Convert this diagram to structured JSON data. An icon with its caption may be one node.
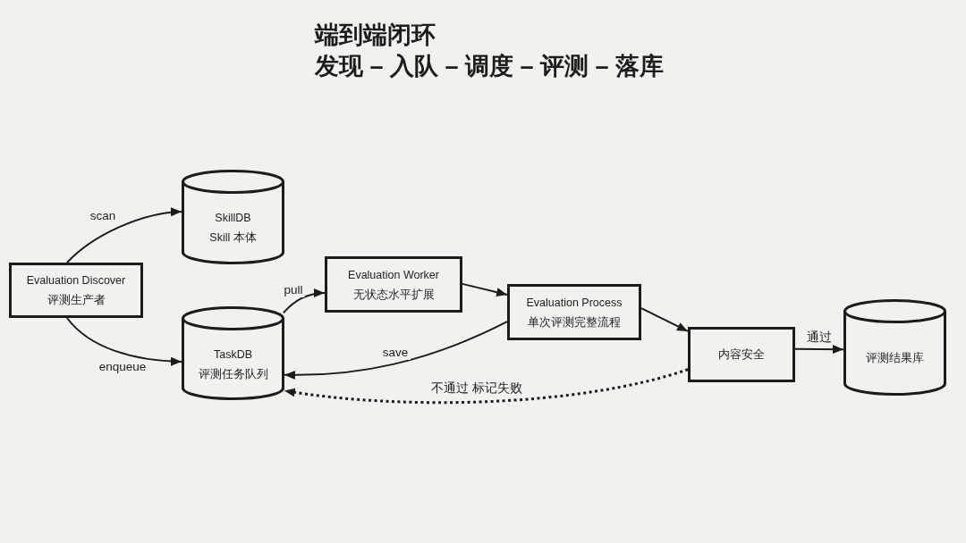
{
  "diagram": {
    "title": "端到端闭环",
    "nodes": [
      {
        "text": [
          "Evaluation Discover",
          "评测生产者"
        ]
      },
      {
        "text": [
          "SkillDB",
          "Skill 本体"
        ]
      },
      {
        "text": [
          "TaskDB",
          "评测任务队列"
        ]
      },
      {
        "text": [
          "Evaluation Worker",
          "无状态水平扩展"
        ]
      },
      {
        "text": [
          "Evaluation Process",
          "单次评测完整流程"
        ]
      },
      {
        "text": [
          "内容安全"
        ]
      },
      {
        "text": [
          "评测结果库"
        ]
      }
    ],
    "edges": [
      {
        "from": 0,
        "to": 1,
        "arrow": "to",
        "label": "scan"
      },
      {
        "from": 0,
        "to": 2,
        "arrow": "to",
        "label": "enqueue"
      },
      {
        "from": 2,
        "to": 3,
        "arrow": "to",
        "label": "pull"
      },
      {
        "from": 3,
        "to": 4,
        "arrow": "to"
      },
      {
        "from": 4,
        "to": 2,
        "arrow": "to",
        "label": "save"
      },
      {
        "from": 4,
        "to": 5,
        "arrow": "to"
      },
      {
        "from": 5,
        "to": 6,
        "arrow": "to",
        "label": "通过"
      },
      {
        "from": 5,
        "to": 2,
        "arrow": "to",
        "label": "不通过 标记失败",
        "style": "dashed"
      }
    ],
    "labels": [
      "发现 – 入队 – 调度 – 评测 – 落库"
    ]
  }
}
